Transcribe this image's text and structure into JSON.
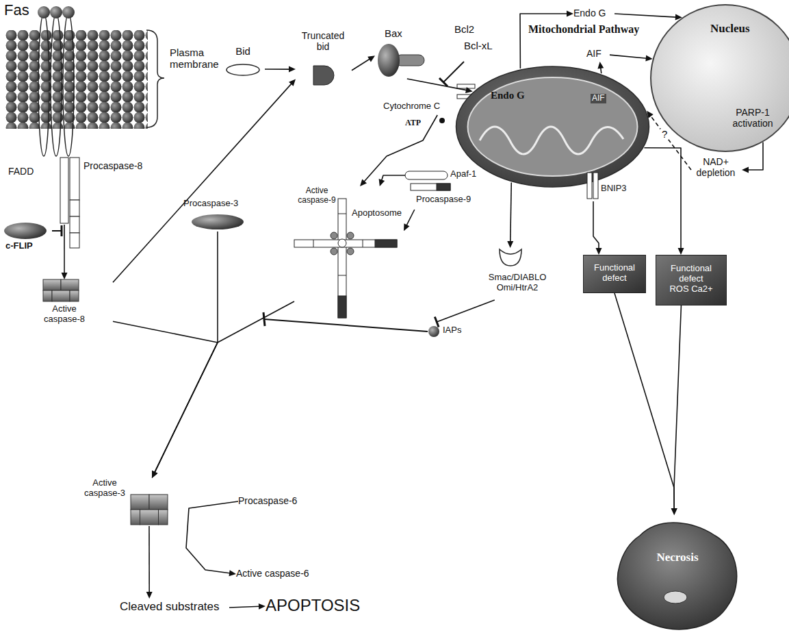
{
  "diagram": {
    "nodes": [
      {
        "text": [
          "Fas"
        ]
      },
      {
        "text": [
          "FADD"
        ]
      },
      {
        "text": [
          "Procaspase-8"
        ]
      },
      {
        "text": [
          "c-FLIP"
        ]
      },
      {
        "text": [
          "Active caspase-8"
        ]
      },
      {
        "text": [
          "Bid"
        ]
      },
      {
        "text": [
          "Truncated bid"
        ]
      },
      {
        "text": [
          "Bax"
        ]
      },
      {
        "text": [
          "Bcl2",
          "Bcl-xL"
        ]
      },
      {
        "text": [
          "Endo G",
          "AIF"
        ]
      },
      {
        "text": [
          "Endo G"
        ]
      },
      {
        "text": [
          "AIF"
        ]
      },
      {
        "text": [
          "Nucleus",
          "PARP-1 activation"
        ]
      },
      {
        "text": [
          "NAD+ depletion"
        ]
      },
      {
        "text": [
          "Cytochrome C"
        ]
      },
      {
        "text": [
          "Apaf-1"
        ]
      },
      {
        "text": [
          "Procaspase-9"
        ]
      },
      {
        "text": [
          "Active caspase-9",
          "Apoptosome"
        ]
      },
      {
        "text": [
          "Procaspase-3"
        ]
      },
      {
        "text": [
          "Smac/DIABLO Omi/HtrA2"
        ]
      },
      {
        "text": [
          "IAPs"
        ]
      },
      {
        "text": [
          "BNIP3"
        ]
      },
      {
        "text": [
          "Functional defect"
        ]
      },
      {
        "text": [
          "Functional defect ROS Ca2+"
        ]
      },
      {
        "text": [
          "Active caspase-3"
        ]
      },
      {
        "text": [
          "Procaspase-6"
        ]
      },
      {
        "text": [
          "Active caspase-6"
        ]
      },
      {
        "text": [
          "Cleaved substrates"
        ]
      },
      {
        "text": [
          "APOPTOSIS"
        ]
      },
      {
        "text": [
          "Necrosis"
        ]
      }
    ],
    "edges": [
      {
        "from": 1,
        "to": 4,
        "arrow": "to"
      },
      {
        "from": 4,
        "to": 6,
        "arrow": "to"
      },
      {
        "from": 5,
        "to": 6,
        "arrow": "to"
      },
      {
        "from": 6,
        "to": 7,
        "arrow": "to"
      },
      {
        "from": 7,
        "to": 9,
        "arrow": "to"
      },
      {
        "from": 9,
        "to": 10,
        "arrow": "to"
      },
      {
        "from": 10,
        "to": 12,
        "arrow": "to"
      },
      {
        "from": 9,
        "to": 11,
        "arrow": "to"
      },
      {
        "from": 11,
        "to": 12,
        "arrow": "to"
      },
      {
        "from": 12,
        "to": 13,
        "arrow": "to"
      },
      {
        "from": 13,
        "to": 9,
        "label": "?",
        "arrow": "to"
      },
      {
        "from": 14,
        "to": 17,
        "arrow": "to"
      },
      {
        "from": 15,
        "to": 17,
        "arrow": "to"
      },
      {
        "from": 16,
        "to": 17,
        "arrow": "to"
      },
      {
        "from": 9,
        "to": 19,
        "arrow": "to"
      },
      {
        "from": 19,
        "to": 20,
        "arrow": "none"
      },
      {
        "from": 4,
        "to": 24,
        "arrow": "to"
      },
      {
        "from": 18,
        "to": 24,
        "arrow": "to"
      },
      {
        "from": 17,
        "to": 24,
        "arrow": "to"
      },
      {
        "from": 25,
        "to": 26,
        "arrow": "to"
      },
      {
        "from": 24,
        "to": 27,
        "arrow": "to"
      },
      {
        "from": 27,
        "to": 28,
        "arrow": "to"
      },
      {
        "from": 21,
        "to": 22,
        "arrow": "to"
      },
      {
        "from": 9,
        "to": 23,
        "arrow": "to"
      },
      {
        "from": 22,
        "to": 29,
        "arrow": "to"
      },
      {
        "from": 23,
        "to": 29,
        "arrow": "to"
      }
    ],
    "labels": [
      "Plasma membrane",
      "Mitochondrial Pathway",
      "ATP"
    ]
  }
}
